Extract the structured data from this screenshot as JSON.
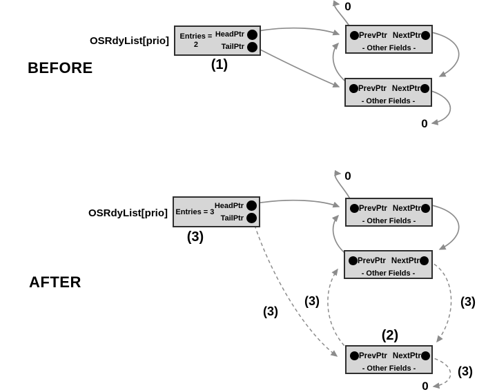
{
  "colors": {
    "background": "#ffffff",
    "box_fill": "#d6d6d6",
    "box_border": "#2e2e2e",
    "arrow": "#8c8c8c",
    "text": "#000000"
  },
  "before": {
    "section_label": "BEFORE",
    "list_label": "OSRdyList[prio]",
    "control": {
      "entries": "Entries = 2",
      "head_label": "HeadPtr",
      "tail_label": "TailPtr",
      "step_label": "(1)"
    },
    "node1": {
      "prev_label": "PrevPtr",
      "next_label": "NextPtr",
      "other_label": "- Other Fields -"
    },
    "node2": {
      "prev_label": "PrevPtr",
      "next_label": "NextPtr",
      "other_label": "- Other Fields -"
    },
    "null_top": "0",
    "null_bottom": "0"
  },
  "after": {
    "section_label": "AFTER",
    "list_label": "OSRdyList[prio]",
    "control": {
      "entries": "Entries = 3",
      "head_label": "HeadPtr",
      "tail_label": "TailPtr",
      "step_label": "(3)"
    },
    "node1": {
      "prev_label": "PrevPtr",
      "next_label": "NextPtr",
      "other_label": "- Other Fields -"
    },
    "node2": {
      "prev_label": "PrevPtr",
      "next_label": "NextPtr",
      "other_label": "- Other Fields -"
    },
    "node3": {
      "step_label": "(2)",
      "prev_label": "PrevPtr",
      "next_label": "NextPtr",
      "other_label": "- Other Fields -"
    },
    "arrow_labels": {
      "tail_to_node3": "(3)",
      "node3_prev_to_node2": "(3)",
      "node2_next_to_node3": "(3)",
      "node3_next_to_null": "(3)"
    },
    "null_top": "0",
    "null_bottom": "0"
  }
}
